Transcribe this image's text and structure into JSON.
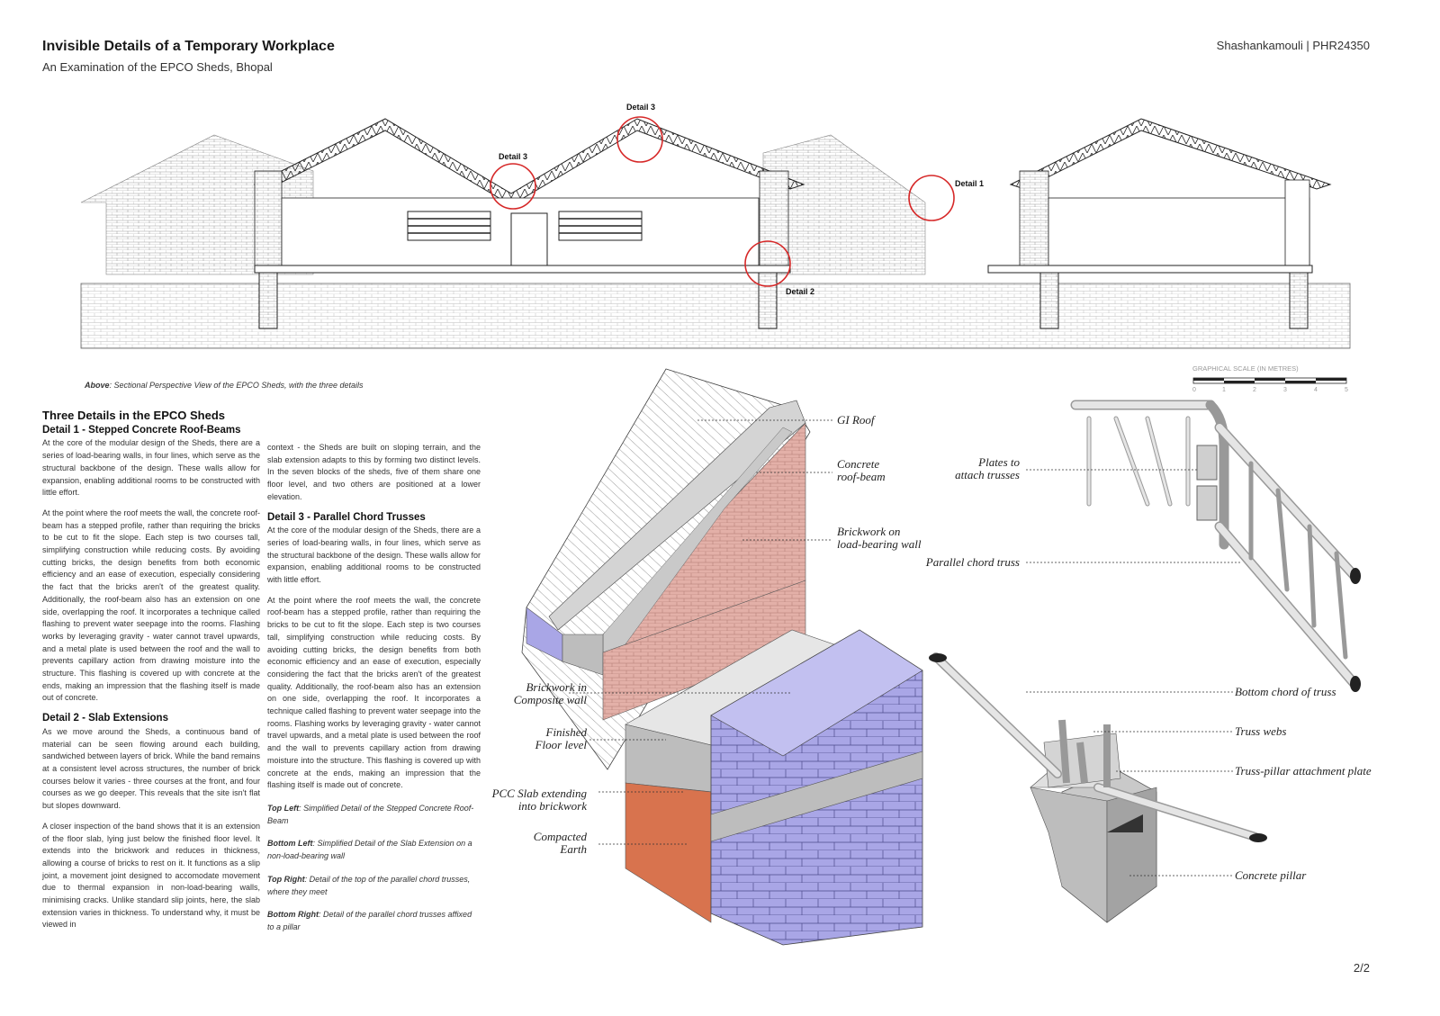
{
  "header": {
    "title": "Invisible Details of a Temporary Workplace",
    "subtitle": "An Examination of the EPCO Sheds, Bhopal",
    "author": "Shashankamouli | PHR24350"
  },
  "section_view": {
    "callouts": {
      "d3_left": "Detail 3",
      "d3_top": "Detail 3",
      "d1": "Detail 1",
      "d2": "Detail 2"
    },
    "caption_bold": "Above",
    "caption_rest": ": Sectional Perspective View of the EPCO Sheds, with the three details"
  },
  "scale": {
    "title": "GRAPHICAL SCALE (IN METRES)",
    "ticks": [
      "0",
      "1",
      "2",
      "3",
      "4",
      "5"
    ]
  },
  "text": {
    "heading": "Three Details in the EPCO Sheds",
    "d1_heading": "Detail 1 - Stepped Concrete Roof-Beams",
    "d1_p1": "At the core of the modular design of the Sheds, there are a series of load-bearing walls, in four lines, which serve as the structural backbone of the design. These walls allow for expansion, enabling additional rooms to be constructed with little effort.",
    "d1_p2": "At the point where the roof meets the wall, the concrete roof-beam has a stepped profile, rather than requiring the bricks to be cut to fit the slope. Each step is two courses tall, simplifying construction while reducing costs. By avoiding cutting bricks, the design benefits from both economic efficiency and an ease of execution, especially considering the fact that the bricks aren't of the greatest quality. Additionally, the roof-beam also has an extension on one side, overlapping the roof. It incorporates a technique called flashing to prevent water seepage into the rooms. Flashing works by leveraging gravity - water cannot travel upwards, and a metal plate is used between the roof and the wall to prevents capillary action from drawing moisture into the structure. This flashing is covered up with concrete at the ends, making an impression that the flashing itself is made out of concrete.",
    "d2_heading": "Detail 2 - Slab Extensions",
    "d2_p1": "As we move around the Sheds, a continuous band of material can be seen flowing around each building, sandwiched between layers of brick. While the band remains at a consistent level across structures, the number of brick courses below it varies - three courses at the front, and four courses as we go deeper. This reveals that the site isn't flat but slopes downward.",
    "d2_p2": "A closer inspection of the band shows that it is an extension of the floor slab, lying just below the finished floor level. It extends into the brickwork and reduces in thickness, allowing a course of bricks to rest on it. It functions as a slip joint, a movement joint designed to accomodate movement due to thermal expansion in non-load-bearing walls, minimising cracks. Unlike standard slip joints, here, the slab extension varies in thickness. To understand why, it must be viewed in",
    "col2_p0": "context - the Sheds are built on sloping terrain, and the slab extension adapts to this by forming two distinct levels. In the seven blocks of the sheds, five of them share one floor level, and two others are positioned at a lower elevation.",
    "d3_heading": "Detail 3 - Parallel Chord Trusses",
    "d3_p1": "At the core of the modular design of the Sheds, there are a series of load-bearing walls, in four lines, which serve as the structural backbone of the design. These walls allow for expansion, enabling additional rooms to be constructed with little effort.",
    "d3_p2": "At the point where the roof meets the wall, the concrete roof-beam has a stepped profile, rather than requiring the bricks to be cut to fit the slope. Each step is two courses tall, simplifying construction while reducing costs. By avoiding cutting bricks, the design benefits from both economic efficiency and an ease of execution, especially considering the fact that the bricks aren't of the greatest quality. Additionally, the roof-beam also has an extension on one side, overlapping the roof. It incorporates a technique called flashing to prevent water seepage into the rooms. Flashing works by leveraging gravity - water cannot travel upwards, and a metal plate is used between the roof and the wall to prevents capillary action from drawing moisture into the structure. This flashing is covered up with concrete at the ends, making an impression that the flashing itself is made out of concrete.",
    "captions": [
      {
        "bold": "Top Left",
        "rest": ": Simplified Detail of the Stepped Concrete Roof-Beam"
      },
      {
        "bold": "Bottom Left",
        "rest": ": Simplified Detail of the Slab Extension on a non-load-bearing wall"
      },
      {
        "bold": "Top Right",
        "rest": ": Detail of the top of the parallel chord trusses, where they meet"
      },
      {
        "bold": "Bottom Right",
        "rest": ": Detail of the parallel chord trusses affixed to a pillar"
      }
    ]
  },
  "labels": {
    "gi_roof": "GI Roof",
    "concrete_1": "Concrete",
    "concrete_2": "roof-beam",
    "brick_lb_1": "Brickwork on",
    "brick_lb_2": "load-bearing wall",
    "brick_comp_1": "Brickwork in",
    "brick_comp_2": "Composite wall",
    "ffl_1": "Finished",
    "ffl_2": "Floor level",
    "pcc_1": "PCC Slab extending",
    "pcc_2": "into brickwork",
    "earth_1": "Compacted",
    "earth_2": "Earth",
    "plates_1": "Plates to",
    "plates_2": "attach trusses",
    "pct": "Parallel chord truss",
    "bottom_chord": "Bottom chord of truss",
    "truss_webs": "Truss webs",
    "attach_plate": "Truss-pillar attachment plate",
    "pillar": "Concrete pillar"
  },
  "page_number": "2/2",
  "colors": {
    "annotation_red": "#d62828",
    "brick_pink": "#e3b0a8",
    "brick_lavender": "#a9a6e6",
    "earth_orange": "#d8734e",
    "concrete_grey": "#bdbdbd"
  }
}
